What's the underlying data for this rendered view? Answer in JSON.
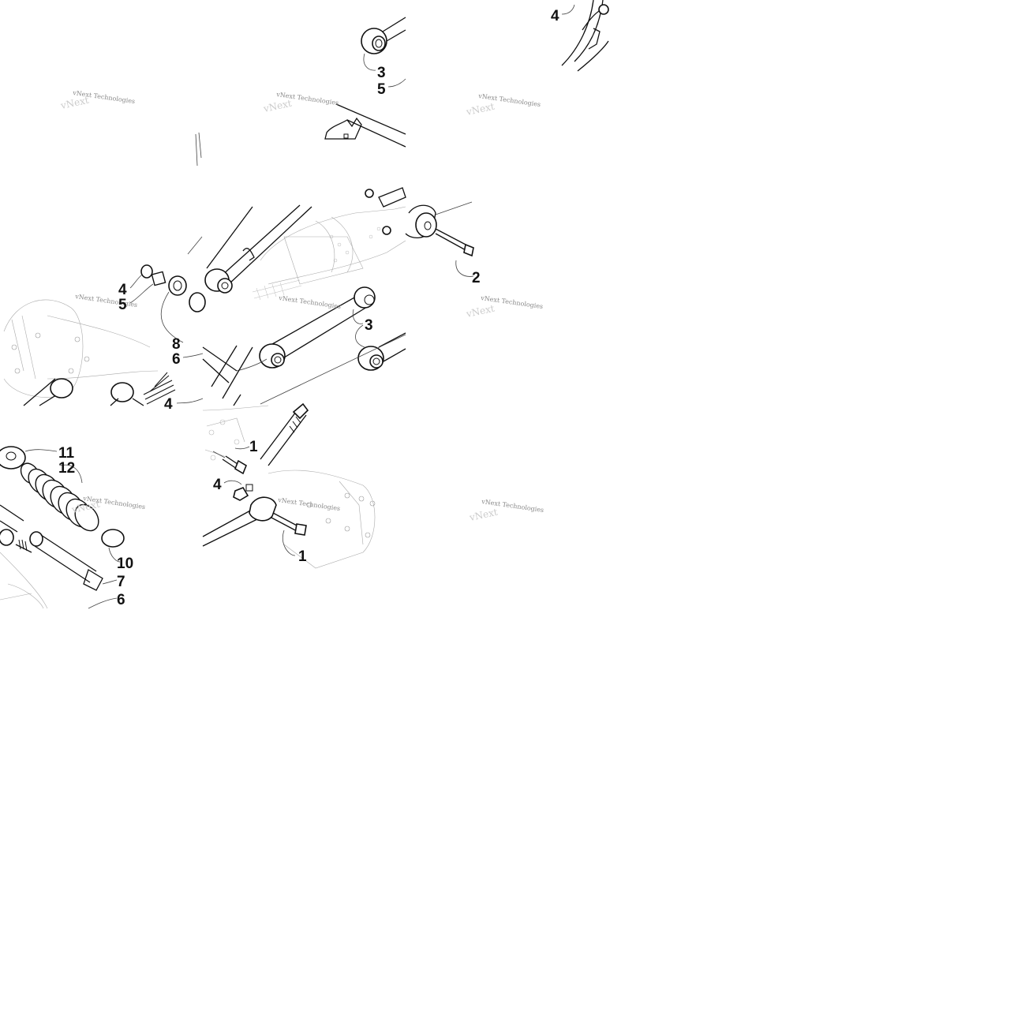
{
  "diagram": {
    "watermark_text": "vNext Technologies",
    "callouts": [
      {
        "id": "c-4-top",
        "label": "4"
      },
      {
        "id": "c-3-top",
        "label": "3"
      },
      {
        "id": "c-5-top",
        "label": "5"
      },
      {
        "id": "c-4-mid",
        "label": "4"
      },
      {
        "id": "c-5-mid",
        "label": "5"
      },
      {
        "id": "c-8",
        "label": "8"
      },
      {
        "id": "c-6-mid",
        "label": "6"
      },
      {
        "id": "c-4-low",
        "label": "4"
      },
      {
        "id": "c-3-mid",
        "label": "3"
      },
      {
        "id": "c-2",
        "label": "2"
      },
      {
        "id": "c-11",
        "label": "11"
      },
      {
        "id": "c-12",
        "label": "12"
      },
      {
        "id": "c-10",
        "label": "10"
      },
      {
        "id": "c-7",
        "label": "7"
      },
      {
        "id": "c-6-low",
        "label": "6"
      },
      {
        "id": "c-1-a",
        "label": "1"
      },
      {
        "id": "c-4-b",
        "label": "4"
      },
      {
        "id": "c-1-b",
        "label": "1"
      }
    ]
  }
}
